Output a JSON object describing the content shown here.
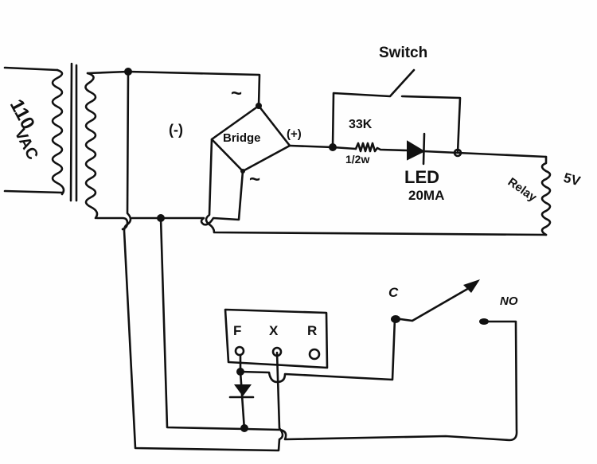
{
  "labels": {
    "source_voltage": "110",
    "source_unit": "VAC",
    "bridge": "Bridge",
    "bridge_negative": "(-)",
    "bridge_positive": "(+)",
    "ac_top": "~",
    "ac_bottom": "~",
    "switch": "Switch",
    "resistor_value": "33K",
    "resistor_power": "1/2w",
    "led": "LED",
    "led_current": "20MA",
    "relay": "Relay",
    "relay_voltage": "5V",
    "terminal_f": "F",
    "terminal_x": "X",
    "terminal_r": "R",
    "contact_common": "C",
    "contact_no": "NO"
  },
  "ink_color": "#111111"
}
